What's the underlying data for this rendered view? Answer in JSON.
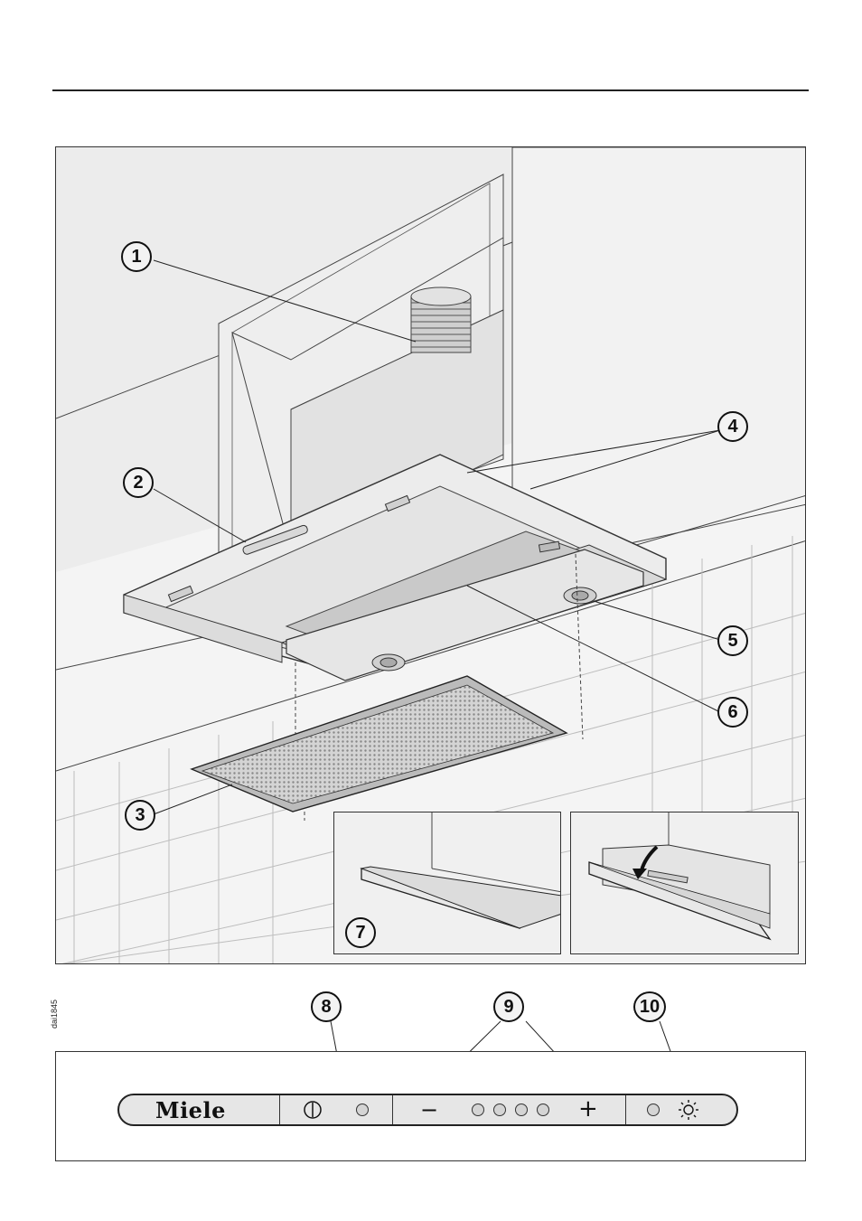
{
  "callouts": {
    "c1": "1",
    "c2": "2",
    "c3": "3",
    "c4": "4",
    "c5": "5",
    "c6": "6",
    "c7": "7",
    "c8": "8",
    "c9": "9",
    "c10": "10"
  },
  "drawing_code": "dai1845",
  "control_panel": {
    "brand": "Miele",
    "power_symbol": "power-symbol",
    "minus_label": "−",
    "plus_label": "+",
    "light_symbol": "light-icon",
    "speed_indicator_count": 4
  },
  "colors": {
    "line": "#222222",
    "panel": "#e6e6e6",
    "filter": "#cfcfcf"
  }
}
